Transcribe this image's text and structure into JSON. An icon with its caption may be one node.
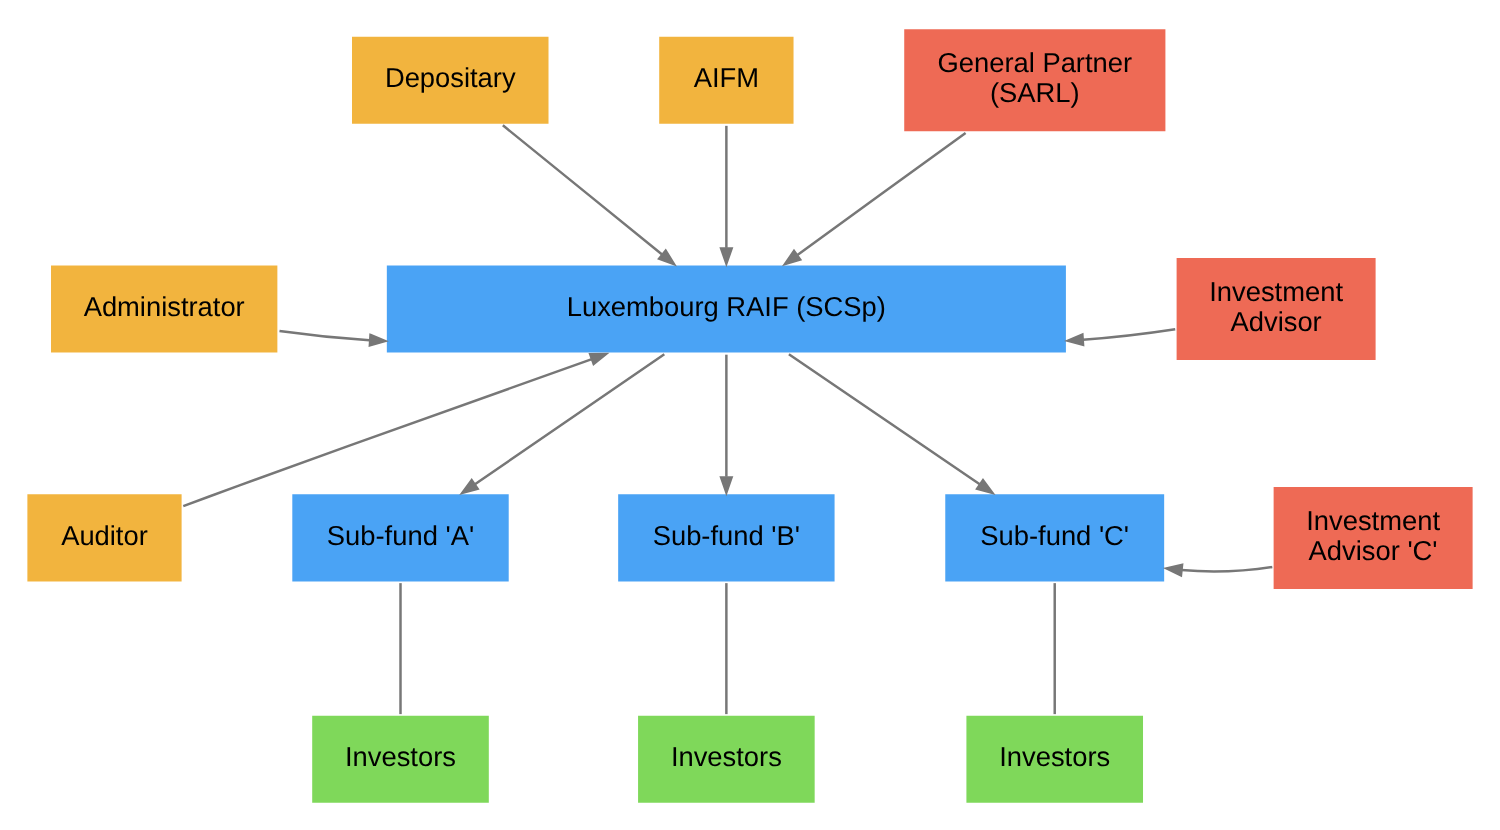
{
  "diagram": {
    "nodes": [
      {
        "text": [
          "AIFM"
        ]
      },
      {
        "text": [
          "Depositary"
        ]
      },
      {
        "text": [
          "General Partner (SARL)"
        ]
      },
      {
        "text": [
          "Administrator"
        ]
      },
      {
        "text": [
          "Luxembourg RAIF (SCSp)"
        ]
      },
      {
        "text": [
          "Investment Advisor"
        ]
      },
      {
        "text": [
          "Auditor"
        ]
      },
      {
        "text": [
          "Sub-fund 'A'"
        ]
      },
      {
        "text": [
          "Sub-fund 'B'"
        ]
      },
      {
        "text": [
          "Sub-fund 'C'"
        ]
      },
      {
        "text": [
          "Investment Advisor 'C'"
        ]
      },
      {
        "text": [
          "Investors"
        ]
      },
      {
        "text": [
          "Investors"
        ]
      },
      {
        "text": [
          "Investors"
        ]
      }
    ],
    "edges": [
      {
        "from": 0,
        "to": 4,
        "arrow": "to"
      },
      {
        "from": 1,
        "to": 4,
        "arrow": "to"
      },
      {
        "from": 3,
        "to": 4,
        "arrow": "to"
      },
      {
        "from": 6,
        "to": 4,
        "arrow": "to"
      },
      {
        "from": 2,
        "to": 4,
        "arrow": "to"
      },
      {
        "from": 5,
        "to": 4,
        "arrow": "to"
      },
      {
        "from": 4,
        "to": 7,
        "arrow": "to"
      },
      {
        "from": 4,
        "to": 8,
        "arrow": "to"
      },
      {
        "from": 4,
        "to": 9,
        "arrow": "to"
      },
      {
        "from": 10,
        "to": 9,
        "arrow": "to"
      },
      {
        "from": 7,
        "to": 11,
        "arrow": "none"
      },
      {
        "from": 8,
        "to": 12,
        "arrow": "none"
      },
      {
        "from": 9,
        "to": 13,
        "arrow": "none"
      }
    ]
  }
}
